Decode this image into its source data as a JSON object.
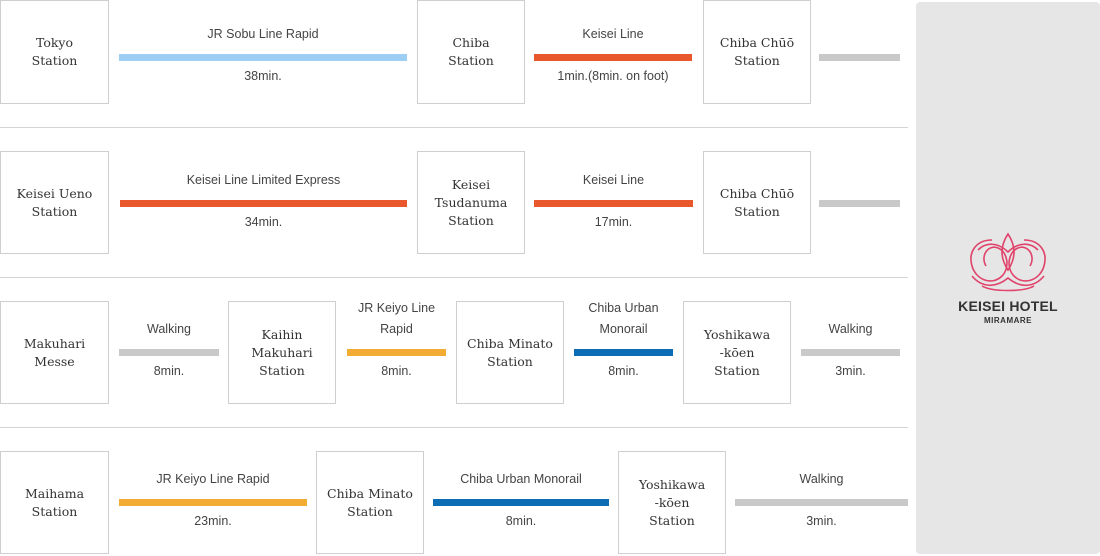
{
  "colors": {
    "jr_sobu": "#9dcff5",
    "keisei": "#e9572d",
    "walking": "#c9c9c9",
    "jr_keiyo": "#f2ac33",
    "monorail": "#0c6db5",
    "panel": "#e6e6e6",
    "logo": "#e0436b"
  },
  "routes": [
    {
      "stations": [
        "Tokyo\nStation",
        "Chiba\nStation",
        "Chiba Chūō\nStation"
      ],
      "segments": [
        {
          "line": "JR Sobu Line Rapid",
          "time": "38min."
        },
        {
          "line": "Keisei Line",
          "time": "1min.(8min. on foot)"
        },
        {
          "line": "",
          "time": ""
        }
      ]
    },
    {
      "stations": [
        "Keisei Ueno\nStation",
        "Keisei\nTsudanuma\nStation",
        "Chiba Chūō\nStation"
      ],
      "segments": [
        {
          "line": "Keisei Line Limited Express",
          "time": "34min."
        },
        {
          "line": "Keisei Line",
          "time": "17min."
        },
        {
          "line": "",
          "time": ""
        }
      ]
    },
    {
      "stations": [
        "Makuhari\nMesse",
        "Kaihin Makuhari\nStation",
        "Chiba Minato\nStation",
        "Yoshikawa\n-kōen\nStation"
      ],
      "segments": [
        {
          "line": "Walking",
          "time": "8min."
        },
        {
          "line": "JR Keiyo Line\nRapid",
          "time": "8min."
        },
        {
          "line": "Chiba Urban\nMonorail",
          "time": "8min."
        },
        {
          "line": "Walking",
          "time": "3min."
        }
      ]
    },
    {
      "stations": [
        "Maihama\nStation",
        "Chiba Minato\nStation",
        "Yoshikawa\n-kōen\nStation"
      ],
      "segments": [
        {
          "line": "JR Keiyo Line Rapid",
          "time": "23min."
        },
        {
          "line": "Chiba Urban Monorail",
          "time": "8min."
        },
        {
          "line": "Walking",
          "time": "3min."
        }
      ]
    }
  ],
  "hotel": {
    "name": "KEISEI HOTEL",
    "sub": "MIRAMARE",
    "logo": "hotel-monogram-logo"
  }
}
